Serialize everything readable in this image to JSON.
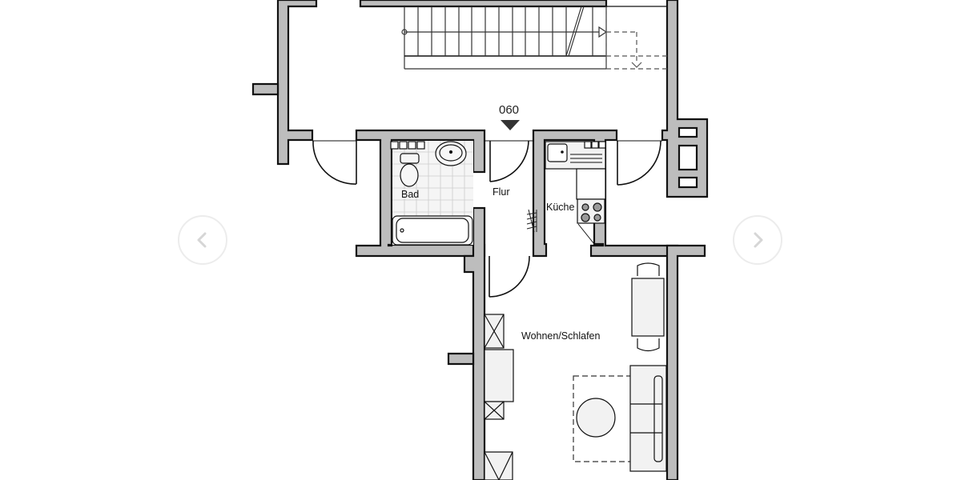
{
  "viewer": {
    "prev_button": {
      "icon": "chevron-left-icon",
      "color": "#d9d9d9"
    },
    "next_button": {
      "icon": "chevron-right-icon",
      "color": "#d9d9d9"
    }
  },
  "floorplan": {
    "unit_number": "060",
    "rooms": {
      "bad": "Bad",
      "flur": "Flur",
      "kueche": "Küche",
      "wohnen": "Wohnen/Schlafen"
    },
    "colors": {
      "wall_fill": "#bdbdbd",
      "wall_stroke": "#111111",
      "fixture_fill": "#f2f2f2",
      "dashed": "#555555"
    }
  }
}
